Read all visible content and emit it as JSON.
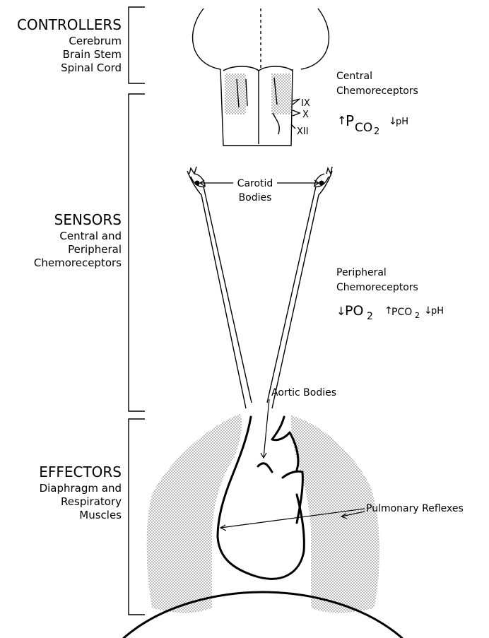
{
  "controllers": {
    "heading": "CONTROLLERS",
    "lines": [
      "Cerebrum",
      "Brain Stem",
      "Spinal Cord"
    ]
  },
  "sensors": {
    "heading": "SENSORS",
    "lines": [
      "Central and",
      "Peripheral",
      "Chemoreceptors"
    ]
  },
  "effectors": {
    "heading": "EFFECTORS",
    "lines": [
      "Diaphragm and",
      "Respiratory",
      "Muscles"
    ]
  },
  "central": {
    "label_lines": [
      "Central",
      "Chemoreceptors"
    ],
    "arrow_up": "↑",
    "pco2_p": "P",
    "pco2_sub": "CO",
    "pco2_num": "2",
    "arrow_down": "↓",
    "ph": "pH"
  },
  "nerves": [
    "IX",
    "X",
    "XII"
  ],
  "carotid": {
    "lines": [
      "Carotid",
      "Bodies"
    ]
  },
  "peripheral": {
    "label_lines": [
      "Peripheral",
      "Chemoreceptors"
    ],
    "arrow_down_1": "↓",
    "po2": "PO",
    "po2_num": "2",
    "arrow_up": "↑",
    "pco2": "PCO",
    "pco2_num": "2",
    "arrow_down_2": "↓",
    "ph": "pH"
  },
  "aortic": {
    "label": "Aortic Bodies"
  },
  "pulmonary": {
    "label": "Pulmonary Reflexes"
  },
  "colors": {
    "ink": "#000000",
    "stipple": "#d6d6d6"
  }
}
